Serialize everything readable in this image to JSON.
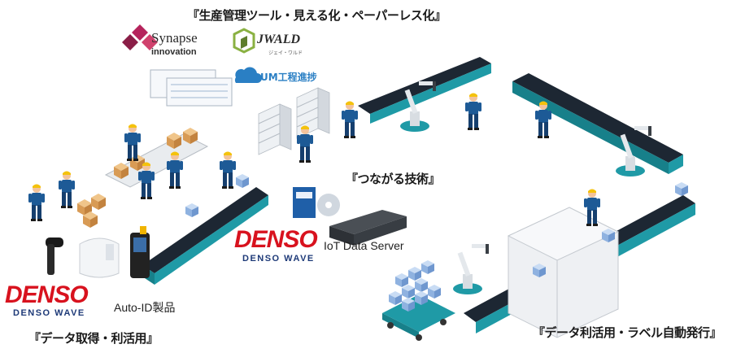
{
  "headings": {
    "top": "『生産管理ツール・見える化・ペーパーレス化』",
    "middle": "『つながる技術』",
    "bottom_left": "『データ取得・利活用』",
    "bottom_right": "『データ利活用・ラベル自動発行』"
  },
  "products": {
    "iot_server": "IoT Data Server",
    "auto_id": "Auto-ID製品"
  },
  "logos": {
    "denso_main": "DENSO",
    "denso_wave": "DENSO WAVE",
    "synapse_name": "Synapse",
    "synapse_sub": "innovation",
    "jwald_name": "JWALD",
    "jwald_kana": "ジェイ・ワルド",
    "um_name": "UM工程進捗"
  },
  "colors": {
    "denso_red": "#d8121e",
    "denso_blue": "#1e3a78",
    "conveyor_teal": "#1f9aa6",
    "belt_dark": "#1d2733",
    "worker_blue": "#1d5a96",
    "synapse_magenta": "#b5245c",
    "um_blue": "#2a7fc4"
  }
}
